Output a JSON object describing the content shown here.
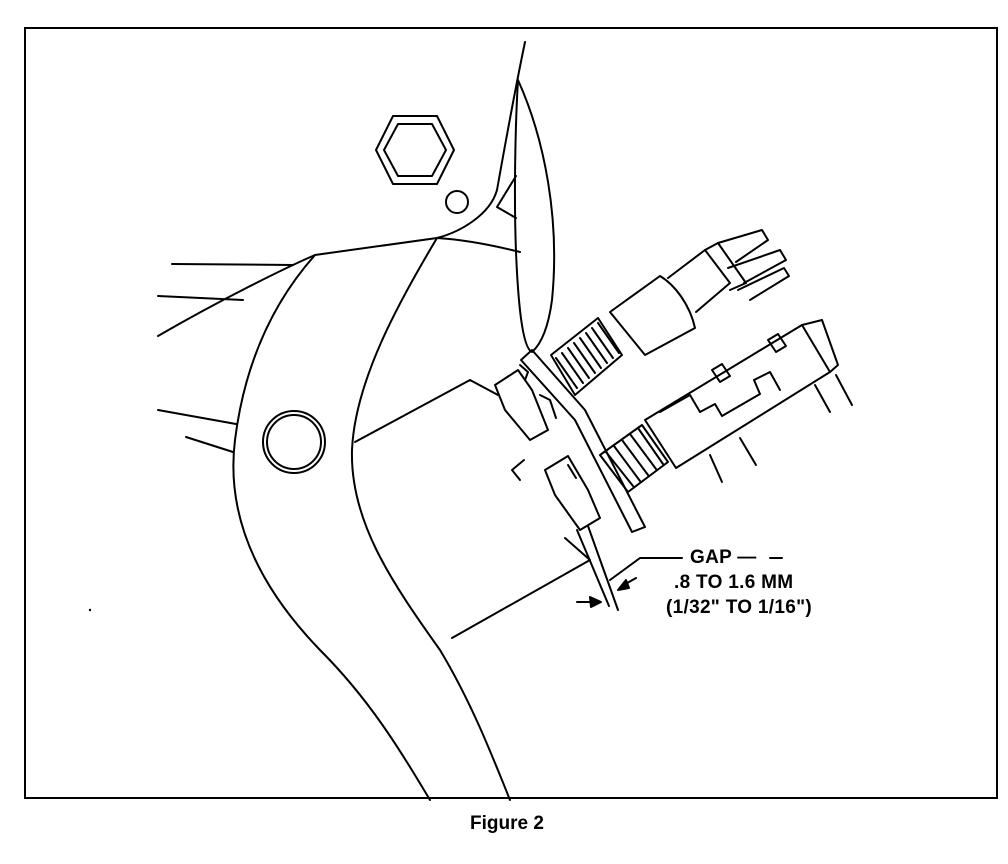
{
  "diagram": {
    "annotation": {
      "title": "GAP —",
      "range_mm": ".8 TO 1.6 MM",
      "range_in": "(1/32\" TO 1/16\")"
    },
    "caption": "Figure 2",
    "line_color": "#000000",
    "background_color": "#ffffff"
  }
}
